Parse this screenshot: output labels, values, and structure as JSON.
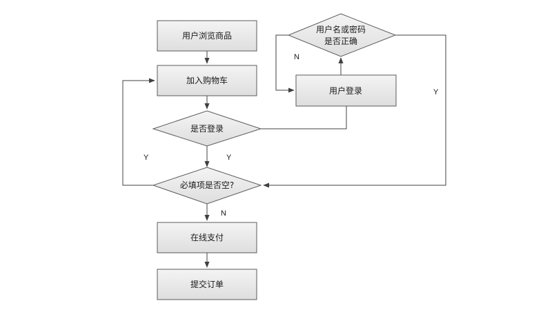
{
  "nodes": {
    "browse": "用户浏览商品",
    "add_cart": "加入购物车",
    "is_logged_in": "是否登录",
    "credentials_check_line1": "用户名或密码",
    "credentials_check_line2": "是否正确",
    "user_login": "用户登录",
    "required_empty": "必填项是否空?",
    "online_payment": "在线支付",
    "submit_order": "提交订单"
  },
  "edge_labels": {
    "n_credentials": "N",
    "y_credentials": "Y",
    "y_logged_in": "Y",
    "y_required_loop": "Y",
    "n_required": "N"
  },
  "colors": {
    "box_fill_top": "#f4f4f4",
    "box_fill_bottom": "#dcdcdc",
    "stroke": "#5a5a5a",
    "arrow": "#404040"
  }
}
